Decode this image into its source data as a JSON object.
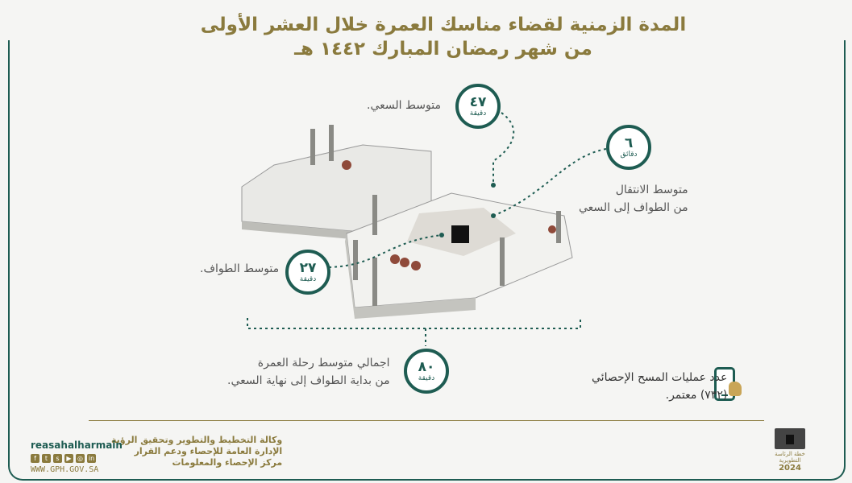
{
  "title": {
    "line1": "المدة الزمنية لقضاء مناسك العمرة خلال العشر الأولى",
    "line2": "من شهر رمضان المبارك ١٤٤٢ هـ"
  },
  "metrics": {
    "sai": {
      "value": "٤٧",
      "unit": "دقيقة",
      "label": "متوسط السعي."
    },
    "transfer": {
      "value": "٦",
      "unit": "دقائق",
      "label_line1": "متوسط الانتقال",
      "label_line2": "من الطواف إلى السعي"
    },
    "tawaf": {
      "value": "٢٧",
      "unit": "دقيقة",
      "label": "متوسط الطواف."
    },
    "total": {
      "value": "٨٠",
      "unit": "دقيقة",
      "label_line1": "اجمالي متوسط رحلة العمرة",
      "label_line2": "من بداية الطواف إلى نهاية السعي."
    }
  },
  "survey": {
    "line1": "عدد عمليات المسح الإحصائي",
    "line2": "(٧٣٢) معتمر.",
    "icon": "phone-hand-icon"
  },
  "footer": {
    "org_line1": "وكالة التخطيط والتطوير وتحقيق الرؤية",
    "org_line2": "الإدارة العامة للإحصاء ودعم القرار",
    "org_line3": "مركز الإحصاء والمعلومات",
    "handle": "reasahalharmain",
    "website": "WWW.GPH.GOV.SA",
    "logo_caption": "خطة الرئاسة التطويرية",
    "logo_year": "2024"
  },
  "colors": {
    "primary": "#1e5c52",
    "gold": "#8a7a3d",
    "background": "#f5f5f3"
  }
}
